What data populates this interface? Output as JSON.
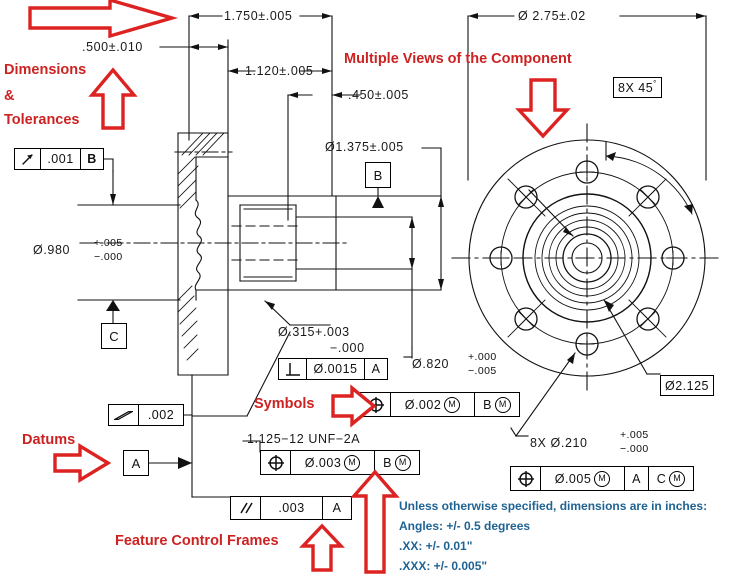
{
  "document": {
    "type": "engineering-drawing",
    "title": "GD&T Annotated Mechanical Part Drawing",
    "background": "#ffffff",
    "annotation_color": "#cc2222",
    "note_color": "#1f6393",
    "line_color": "#111111"
  },
  "annotations": [
    {
      "id": "dimensions_tolerances",
      "label_line1": "Dimensions",
      "label_line2": "&",
      "label_line3": "Tolerances"
    },
    {
      "id": "multiple_views",
      "label": "Multiple Views of the Component"
    },
    {
      "id": "symbols",
      "label": "Symbols"
    },
    {
      "id": "datums",
      "label": "Datums"
    },
    {
      "id": "feature_control_frames",
      "label": "Feature Control Frames"
    }
  ],
  "dimensions": {
    "overall_length": "1.750±.005",
    "flange_thickness": "​.500±.010",
    "shoulder_length": "1.120±.005",
    "step_length": ".450±.005",
    "bore_diameter_large": "Ø1.375±.005",
    "flange_outer_diameter": "Ø.980",
    "flange_outer_tol_plus": "+.005",
    "flange_outer_tol_minus": "−.000",
    "thread_minor": "Ø.315+.003",
    "thread_minor_tol_minus": "−.000",
    "pilot_diameter": "Ø.820",
    "pilot_tol_plus": "+.000",
    "pilot_tol_minus": "−.005",
    "face_diameter": "Ø 2.75±.02",
    "bolt_circle": "Ø2.125",
    "chamfer_note": "8X 45",
    "chamfer_degree": "°",
    "hole_count_size": "8X Ø.210",
    "hole_tol_plus": "+.005",
    "hole_tol_minus": "−.000",
    "thread_callout": "1.125−12  UNF−2A"
  },
  "datum_labels": {
    "a": "A",
    "b": "B",
    "c": "C"
  },
  "feature_control_frames": [
    {
      "id": "runout-001-b",
      "symbol": "circular-runout-icon",
      "symbol_glyph": "↗",
      "tolerance": ".001",
      "datums": [
        "B"
      ]
    },
    {
      "id": "flatness-002",
      "symbol": "flatness-icon",
      "symbol_glyph": "▱",
      "tolerance": ".002",
      "datums": []
    },
    {
      "id": "perpendicularity-0015-a",
      "symbol": "perpendicularity-icon",
      "symbol_glyph": "⊥",
      "tolerance": "Ø.0015",
      "datums": [
        "A"
      ]
    },
    {
      "id": "position-002-bm",
      "symbol": "true-position-icon",
      "symbol_glyph": "⊕",
      "tolerance": "Ø.002",
      "tolerance_modifier": "M",
      "datums": [
        "B"
      ],
      "datum_modifiers": [
        "M"
      ]
    },
    {
      "id": "position-003-bm",
      "symbol": "true-position-icon",
      "symbol_glyph": "⊕",
      "tolerance": "Ø.003",
      "tolerance_modifier": "M",
      "datums": [
        "B"
      ],
      "datum_modifiers": [
        "M"
      ]
    },
    {
      "id": "parallelism-003-a",
      "symbol": "parallelism-icon",
      "symbol_glyph": "//",
      "tolerance": ".003",
      "datums": [
        "A"
      ]
    },
    {
      "id": "position-005-a-cm",
      "symbol": "true-position-icon",
      "symbol_glyph": "⊕",
      "tolerance": "Ø.005",
      "tolerance_modifier": "M",
      "datums": [
        "A",
        "C"
      ],
      "datum_modifiers": [
        "",
        "M"
      ]
    }
  ],
  "notes": {
    "line1": "Unless otherwise specified, dimensions are in inches:",
    "line2": "Angles: +/- 0.5 degrees",
    "line3": ".XX: +/- 0.01\"",
    "line4": ".XXX: +/- 0.005\""
  },
  "views": {
    "section_view": {
      "name": "cross-section-side-view"
    },
    "front_view": {
      "name": "circular-front-view",
      "hole_count": 8
    }
  }
}
